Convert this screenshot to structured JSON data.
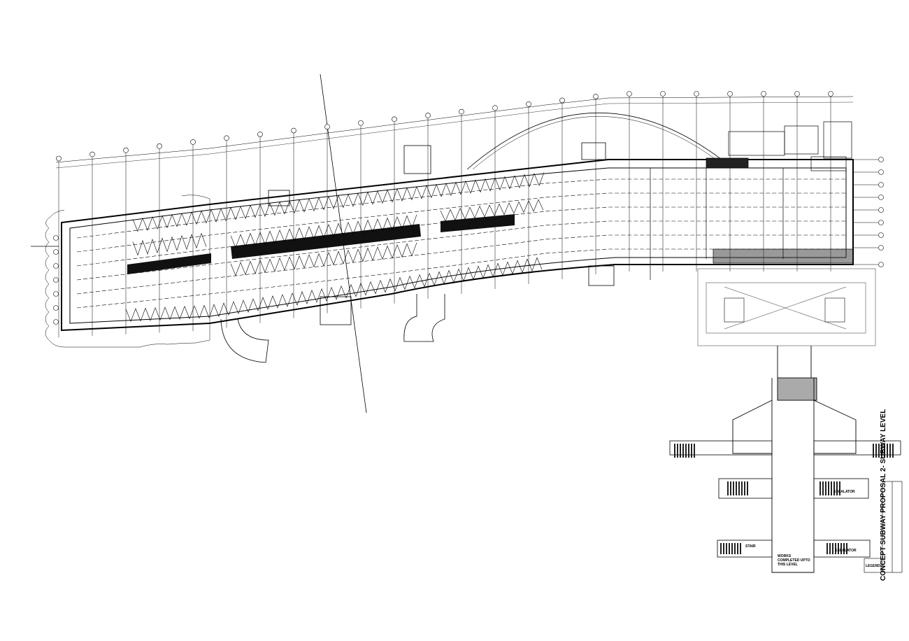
{
  "sheet_title": "CONCEPT SUBWAY PROPOSAL 2- SUBWAY LEVEL",
  "labels": {
    "escalator_upper": "ESCALATOR",
    "escalator_lower": "ESCALATOR",
    "stair": "STAIR",
    "works_completed": "WORKS COMPLETED UPTO THIS LEVEL",
    "legend": "LEGEND"
  },
  "colors": {
    "line": "#000000",
    "grey_line": "#7a7a7a",
    "background": "#ffffff"
  }
}
